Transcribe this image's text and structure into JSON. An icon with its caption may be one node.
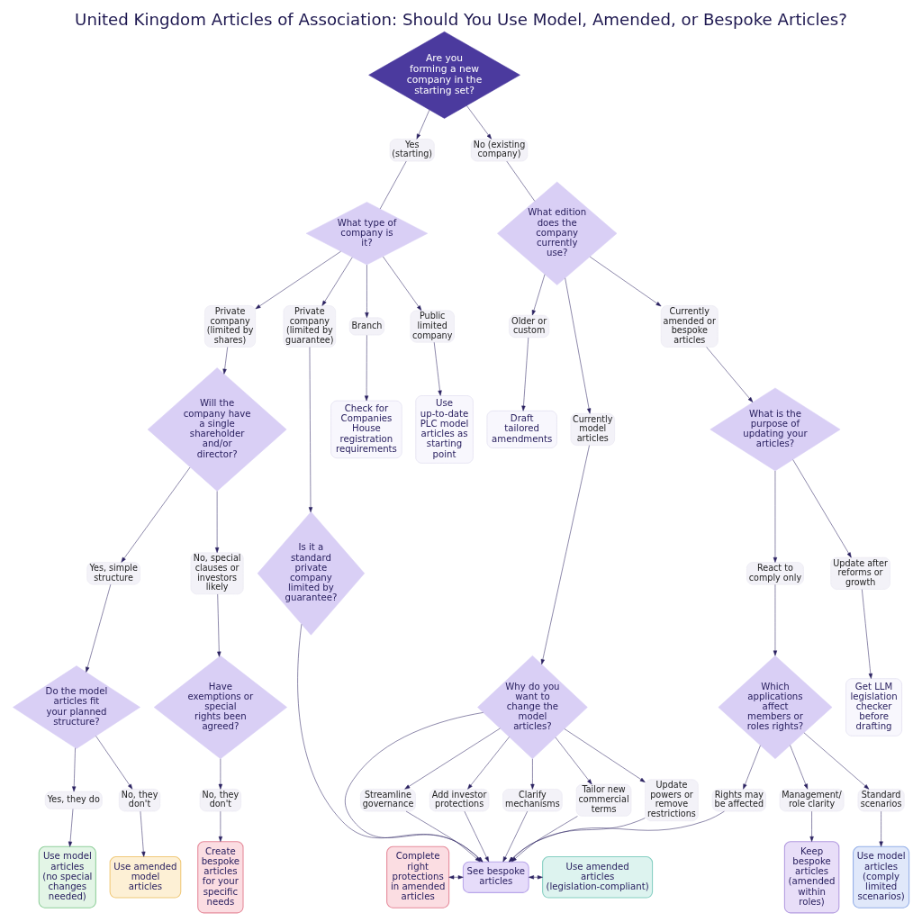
{
  "diagram": {
    "title": "United Kingdom Articles of Association: Should You Use Model, Amended, or Bespoke Articles?",
    "nodes": [
      {
        "text": [
          "Are you forming a new company in the starting set?"
        ]
      },
      {
        "text": [
          "Yes (starting)"
        ]
      },
      {
        "text": [
          "No (existing company)"
        ]
      },
      {
        "text": [
          "What type of company is it?"
        ]
      },
      {
        "text": [
          "What edition does the company currently use?"
        ]
      },
      {
        "text": [
          "Private company (limited by shares)"
        ]
      },
      {
        "text": [
          "Private company (limited by guarantee)"
        ]
      },
      {
        "text": [
          "Branch"
        ]
      },
      {
        "text": [
          "Public limited company"
        ]
      },
      {
        "text": [
          "Currently model articles"
        ]
      },
      {
        "text": [
          "Older or custom"
        ]
      },
      {
        "text": [
          "Currently amended or bespoke articles"
        ]
      },
      {
        "text": [
          "Will the company have a single shareholder and/or director?"
        ]
      },
      {
        "text": [
          "Is it a standard private company limited by guarantee?"
        ]
      },
      {
        "text": [
          "Check for Companies House registration requirements"
        ]
      },
      {
        "text": [
          "Use up-to-date PLC model articles as starting point"
        ]
      },
      {
        "text": [
          "Why do you want to change the model articles?"
        ]
      },
      {
        "text": [
          "Draft tailored amendments"
        ]
      },
      {
        "text": [
          "What is the purpose of updating your articles?"
        ]
      },
      {
        "text": [
          "Yes, simple structure"
        ]
      },
      {
        "text": [
          "No, special clauses or investors likely"
        ]
      },
      {
        "text": [
          "Update after reforms or growth"
        ]
      },
      {
        "text": [
          "React to comply only"
        ]
      },
      {
        "text": [
          "Streamline governance"
        ]
      },
      {
        "text": [
          "Add investor protections"
        ]
      },
      {
        "text": [
          "Clarify mechanisms"
        ]
      },
      {
        "text": [
          "Tailor new commercial terms"
        ]
      },
      {
        "text": [
          "Update powers or remove restrictions"
        ]
      },
      {
        "text": [
          "Do the model articles fit your planned structure?"
        ]
      },
      {
        "text": [
          "Have exemptions or special rights been agreed?"
        ]
      },
      {
        "text": [
          "Get LLM legislation checker before drafting"
        ]
      },
      {
        "text": [
          "Which applications affect members or roles rights?"
        ]
      },
      {
        "text": [
          "Yes, they do"
        ]
      },
      {
        "text": [
          "No, they don't"
        ]
      },
      {
        "text": [
          "No, they don't"
        ]
      },
      {
        "text": [
          "Rights may be affected"
        ]
      },
      {
        "text": [
          "Standard scenarios"
        ]
      },
      {
        "text": [
          "Management/ role clarity"
        ]
      },
      {
        "text": [
          "Use model articles (no special changes needed)"
        ]
      },
      {
        "text": [
          "Use amended model articles"
        ]
      },
      {
        "text": [
          "Create bespoke articles for your specific needs"
        ]
      },
      {
        "text": [
          "Complete right protections in amended articles"
        ]
      },
      {
        "text": [
          "See bespoke articles"
        ]
      },
      {
        "text": [
          "Use amended articles (legislation-compliant)"
        ]
      },
      {
        "text": [
          "Use model articles (comply limited scenarios)"
        ]
      },
      {
        "text": [
          "Keep bespoke articles (amended within roles)"
        ]
      }
    ],
    "edges": [
      {
        "from": 0,
        "to": 1,
        "arrow": "to"
      },
      {
        "from": 0,
        "to": 2,
        "arrow": "to"
      },
      {
        "from": 1,
        "to": 3,
        "arrow": "none"
      },
      {
        "from": 2,
        "to": 4,
        "arrow": "none"
      },
      {
        "from": 3,
        "to": 5,
        "arrow": "to"
      },
      {
        "from": 3,
        "to": 6,
        "arrow": "to"
      },
      {
        "from": 3,
        "to": 7,
        "arrow": "to"
      },
      {
        "from": 3,
        "to": 8,
        "arrow": "to"
      },
      {
        "from": 4,
        "to": 9,
        "arrow": "to"
      },
      {
        "from": 4,
        "to": 10,
        "arrow": "to"
      },
      {
        "from": 4,
        "to": 11,
        "arrow": "to"
      },
      {
        "from": 5,
        "to": 12,
        "arrow": "to"
      },
      {
        "from": 6,
        "to": 13,
        "arrow": "to"
      },
      {
        "from": 7,
        "to": 14,
        "arrow": "to"
      },
      {
        "from": 8,
        "to": 15,
        "arrow": "to"
      },
      {
        "from": 9,
        "to": 16,
        "arrow": "to"
      },
      {
        "from": 10,
        "to": 17,
        "arrow": "to"
      },
      {
        "from": 11,
        "to": 18,
        "arrow": "to"
      },
      {
        "from": 12,
        "to": 19,
        "arrow": "to"
      },
      {
        "from": 12,
        "to": 20,
        "arrow": "to"
      },
      {
        "from": 19,
        "to": 28,
        "arrow": "to"
      },
      {
        "from": 20,
        "to": 29,
        "arrow": "to"
      },
      {
        "from": 28,
        "to": 32,
        "arrow": "to"
      },
      {
        "from": 28,
        "to": 33,
        "arrow": "to"
      },
      {
        "from": 29,
        "to": 34,
        "arrow": "to"
      },
      {
        "from": 32,
        "to": 38,
        "arrow": "to"
      },
      {
        "from": 33,
        "to": 39,
        "arrow": "to"
      },
      {
        "from": 34,
        "to": 40,
        "arrow": "to"
      },
      {
        "from": 13,
        "to": 42,
        "arrow": "to"
      },
      {
        "from": 16,
        "to": 42,
        "arrow": "to"
      },
      {
        "from": 16,
        "to": 23,
        "arrow": "to"
      },
      {
        "from": 16,
        "to": 24,
        "arrow": "to"
      },
      {
        "from": 16,
        "to": 25,
        "arrow": "to"
      },
      {
        "from": 16,
        "to": 26,
        "arrow": "to"
      },
      {
        "from": 16,
        "to": 27,
        "arrow": "to"
      },
      {
        "from": 23,
        "to": 42,
        "arrow": "to"
      },
      {
        "from": 24,
        "to": 42,
        "arrow": "to"
      },
      {
        "from": 25,
        "to": 42,
        "arrow": "to"
      },
      {
        "from": 26,
        "to": 42,
        "arrow": "to"
      },
      {
        "from": 27,
        "to": 42,
        "arrow": "to"
      },
      {
        "from": 18,
        "to": 21,
        "arrow": "to"
      },
      {
        "from": 18,
        "to": 22,
        "arrow": "to"
      },
      {
        "from": 21,
        "to": 30,
        "arrow": "to"
      },
      {
        "from": 22,
        "to": 31,
        "arrow": "to"
      },
      {
        "from": 31,
        "to": 35,
        "arrow": "to"
      },
      {
        "from": 31,
        "to": 36,
        "arrow": "to"
      },
      {
        "from": 31,
        "to": 37,
        "arrow": "to"
      },
      {
        "from": 35,
        "to": 42,
        "arrow": "to"
      },
      {
        "from": 36,
        "to": 44,
        "arrow": "to"
      },
      {
        "from": 37,
        "to": 45,
        "arrow": "to"
      },
      {
        "from": 41,
        "to": 42,
        "arrow": "both"
      },
      {
        "from": 42,
        "to": 43,
        "arrow": "both"
      }
    ]
  }
}
